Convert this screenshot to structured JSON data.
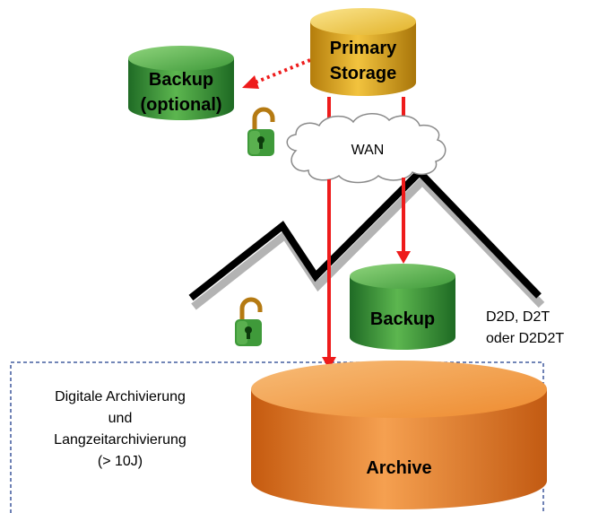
{
  "nodes": {
    "primary_storage": {
      "line1": "Primary",
      "line2": "Storage"
    },
    "backup_optional": {
      "line1": "Backup",
      "line2": "(optional)"
    },
    "wan": {
      "label": "WAN"
    },
    "backup": {
      "label": "Backup"
    },
    "archive": {
      "label": "Archive"
    }
  },
  "annotations": {
    "backup_methods": {
      "line1": "D2D, D2T",
      "line2": "oder D2D2T"
    },
    "archiving": {
      "line1": "Digitale Archivierung",
      "line2": "und",
      "line3": "Langzeitarchivierung",
      "line4": "(> 10J)"
    }
  },
  "colors": {
    "arrow": "#ee1b1b",
    "green": "#3f9a3a",
    "gold": "#e8b323",
    "orange": "#ef8a2b",
    "zone_border": "#1f3d8c"
  },
  "icons": [
    "open-padlock-icon",
    "open-padlock-icon"
  ]
}
